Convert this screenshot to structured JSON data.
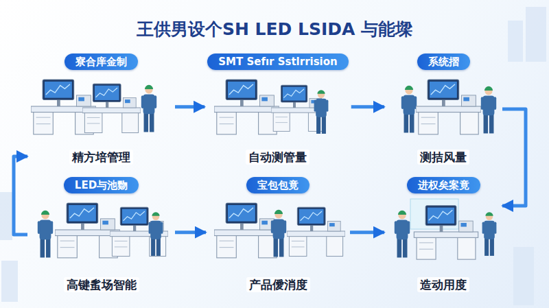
{
  "diagram": {
    "title": "王供男设个SH LED LSIDA 与能墚",
    "nodes": [
      {
        "text": [
          "寮合庠金制",
          "精方培管理"
        ]
      },
      {
        "text": [
          "SMT Sefır Sstlrrision",
          "自动测管量"
        ]
      },
      {
        "text": [
          "系统摺",
          "测拮风量"
        ]
      },
      {
        "text": [
          "LED与池覅",
          "高键蚃场智能"
        ]
      },
      {
        "text": [
          "宝包包竟",
          "产品僾消度"
        ]
      },
      {
        "text": [
          "进权矣案竟",
          "造动用度"
        ]
      }
    ],
    "edges": [
      {
        "from": 0,
        "to": 1,
        "arrow": "to"
      },
      {
        "from": 1,
        "to": 2,
        "arrow": "to"
      },
      {
        "from": 2,
        "to": 5,
        "arrow": "to"
      },
      {
        "from": 3,
        "to": 4,
        "arrow": "to"
      },
      {
        "from": 4,
        "to": 5,
        "arrow": "to"
      },
      {
        "from": 3,
        "to": 0,
        "arrow": "to"
      }
    ]
  }
}
